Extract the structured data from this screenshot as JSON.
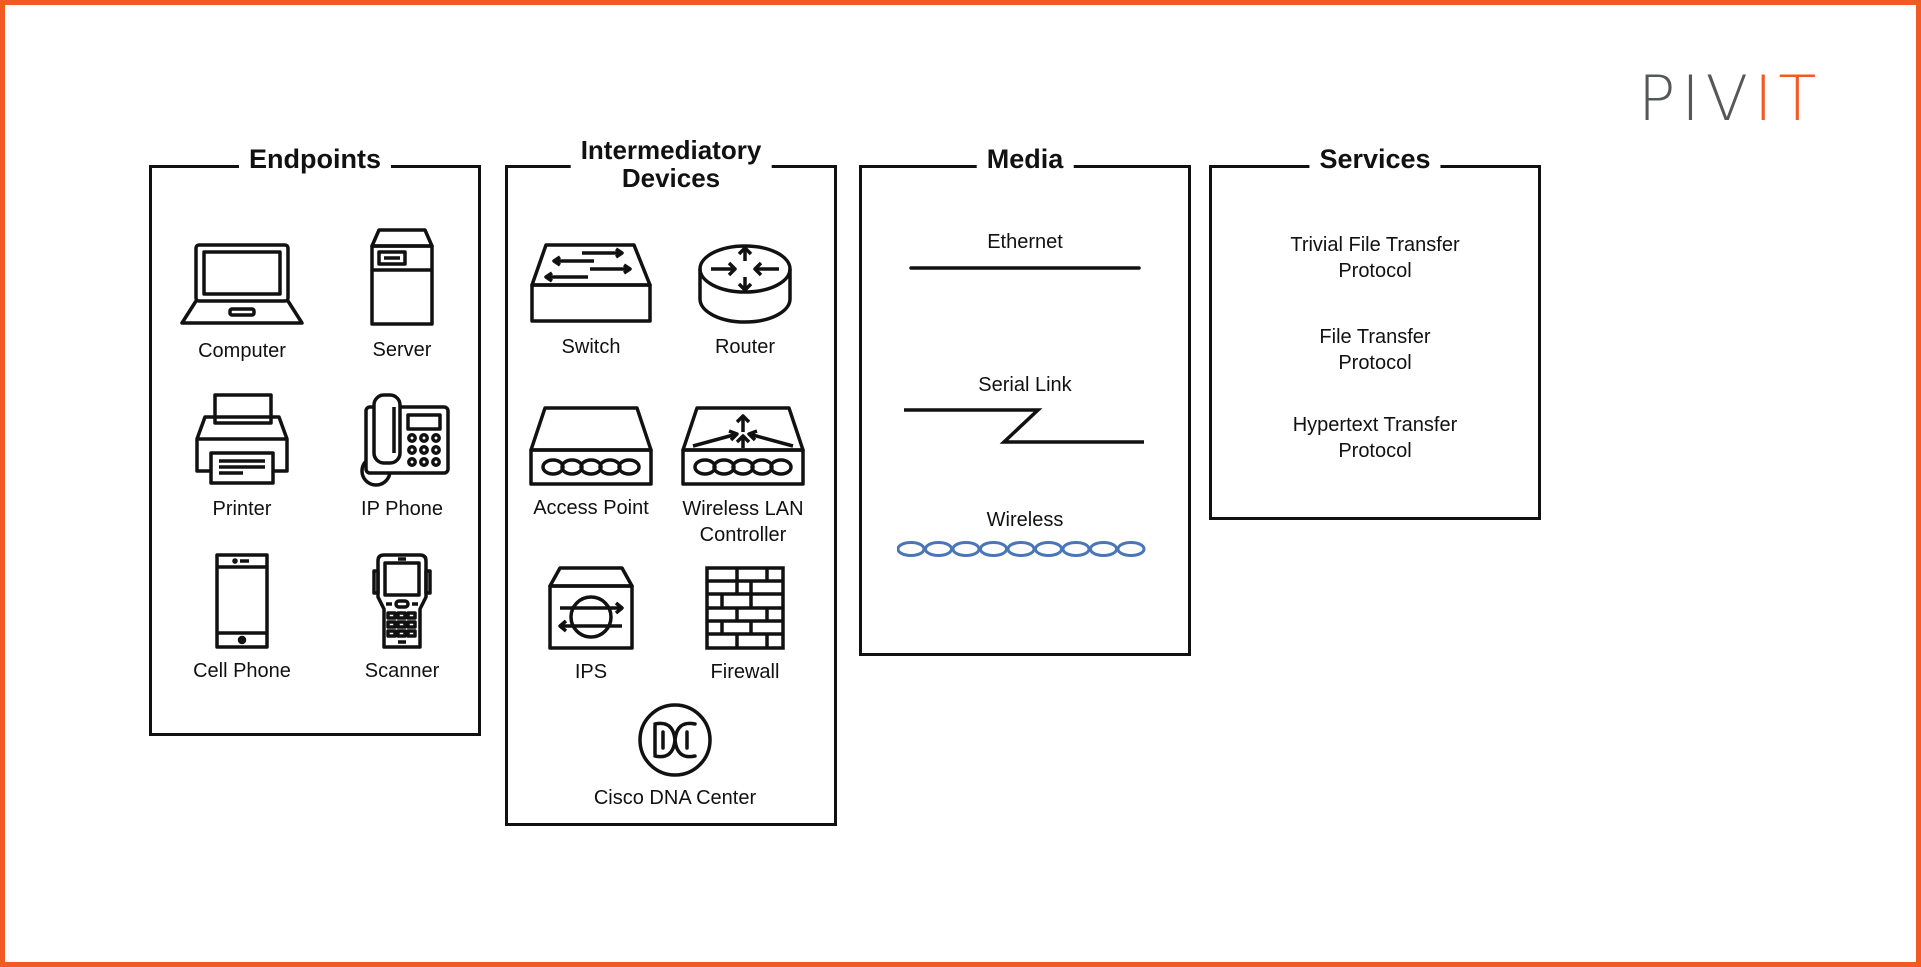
{
  "brand": {
    "logo_text_grey": "PIV",
    "logo_text_orange": "IT",
    "frame_color": "#F15A24",
    "logo_grey": "#555759"
  },
  "sections": {
    "endpoints": {
      "title": "Endpoints",
      "items": [
        {
          "label": "Computer",
          "icon": "laptop-icon"
        },
        {
          "label": "Server",
          "icon": "server-icon"
        },
        {
          "label": "Printer",
          "icon": "printer-icon"
        },
        {
          "label": "IP Phone",
          "icon": "ip-phone-icon"
        },
        {
          "label": "Cell Phone",
          "icon": "cell-phone-icon"
        },
        {
          "label": "Scanner",
          "icon": "scanner-icon"
        }
      ]
    },
    "intermediary": {
      "title_line1": "Intermediatory",
      "title_line2": "Devices",
      "items": [
        {
          "label": "Switch",
          "icon": "switch-icon"
        },
        {
          "label": "Router",
          "icon": "router-icon"
        },
        {
          "label": "Access Point",
          "icon": "access-point-icon"
        },
        {
          "label_line1": "Wireless LAN",
          "label_line2": "Controller",
          "icon": "wlc-icon"
        },
        {
          "label": "IPS",
          "icon": "ips-icon"
        },
        {
          "label": "Firewall",
          "icon": "firewall-icon"
        },
        {
          "label": "Cisco DNA Center",
          "icon": "dna-center-icon"
        }
      ]
    },
    "media": {
      "title": "Media",
      "items": [
        {
          "label": "Ethernet",
          "icon": "ethernet-line-icon"
        },
        {
          "label": "Serial Link",
          "icon": "serial-link-icon"
        },
        {
          "label": "Wireless",
          "icon": "wireless-link-icon",
          "color": "#4A76B8"
        }
      ]
    },
    "services": {
      "title": "Services",
      "items": [
        {
          "line1": "Trivial File Transfer",
          "line2": "Protocol"
        },
        {
          "line1": "File Transfer",
          "line2": "Protocol"
        },
        {
          "line1": "Hypertext Transfer",
          "line2": "Protocol"
        }
      ]
    }
  }
}
